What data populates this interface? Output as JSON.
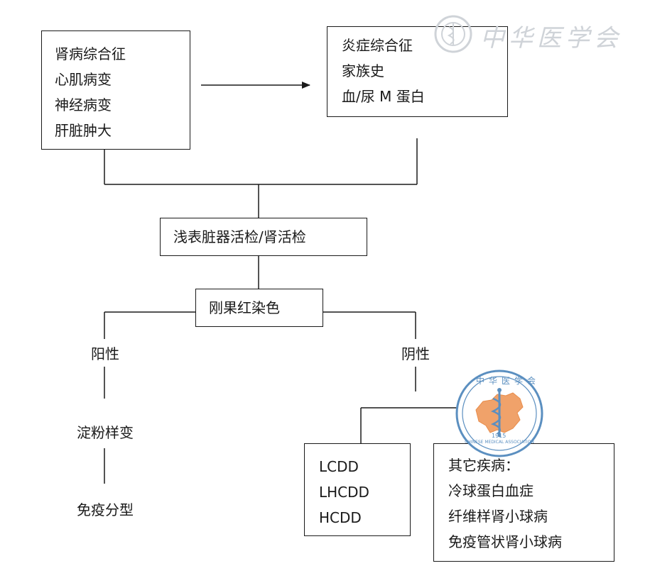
{
  "boxes": {
    "clinical": {
      "lines": [
        "肾病综合征",
        "心肌病变",
        "神经病变",
        "肝脏肿大"
      ]
    },
    "lab": {
      "lines": [
        "炎症综合征",
        "家族史",
        "血/尿 M 蛋白"
      ]
    },
    "biopsy": {
      "text": "浅表脏器活检/肾活检"
    },
    "congo": {
      "text": "刚果红染色"
    },
    "lcdd": {
      "lines": [
        "LCDD",
        "LHCDD",
        "HCDD"
      ]
    },
    "other": {
      "lines": [
        "其它疾病：",
        "冷球蛋白血症",
        "纤维样肾小球病",
        "免疫管状肾小球病"
      ]
    }
  },
  "labels": {
    "positive": "阳性",
    "negative": "阴性",
    "amyloid": "淀粉样变",
    "typing": "免疫分型"
  },
  "watermark": {
    "text": "中华医学会",
    "seal_text": "CHINESE MEDICAL ASSOCIATION",
    "seal_top": "中华医学会",
    "seal_year": "1915"
  },
  "colors": {
    "line": "#1a1a1a",
    "seal_blue": "#5b8fc0",
    "seal_map": "#f0a26a",
    "watermark_gray": "#cfd3d8"
  }
}
